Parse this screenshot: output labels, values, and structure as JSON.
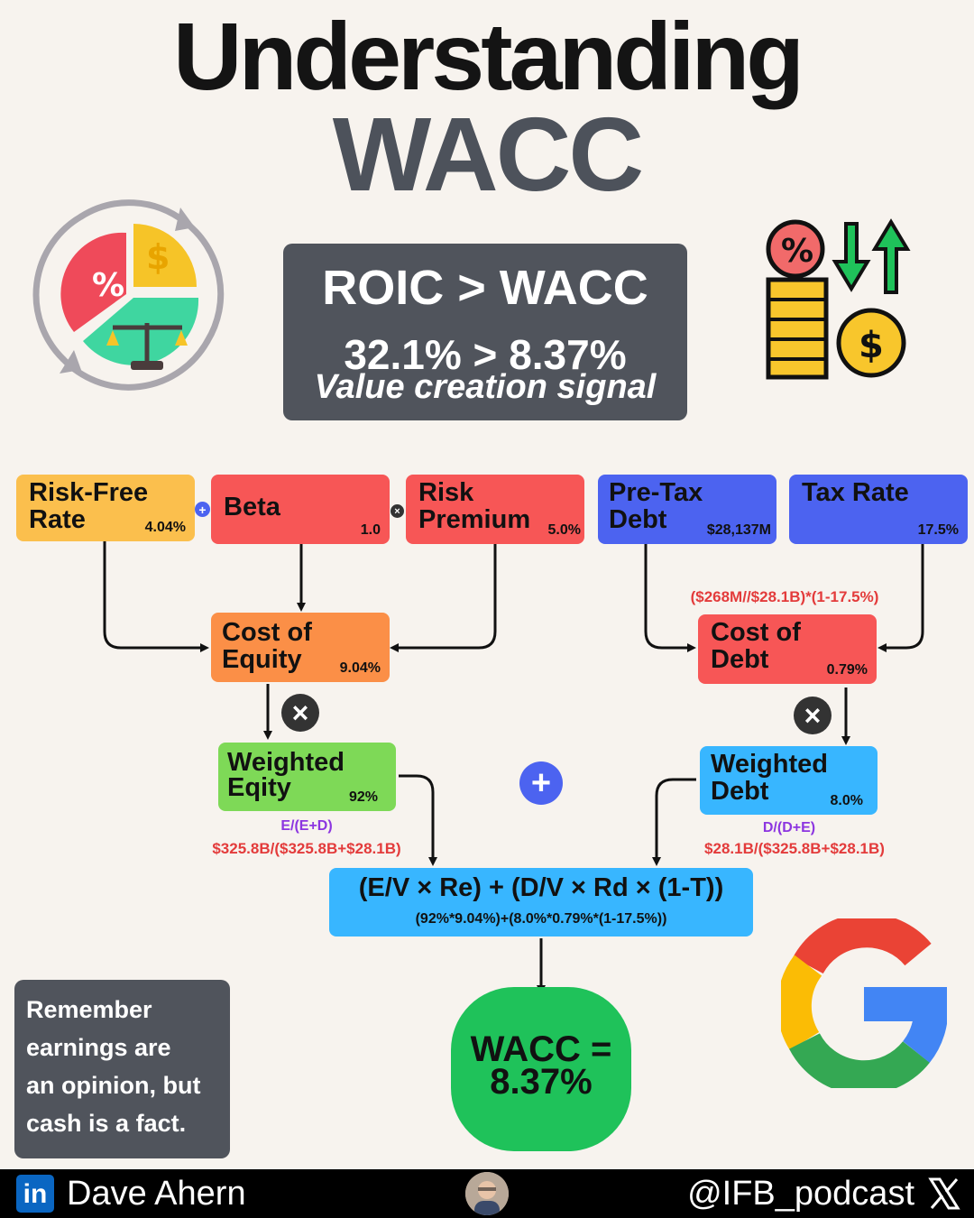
{
  "title": {
    "line1": "Understanding",
    "line2": "WACC"
  },
  "roic": {
    "headline": "ROIC > WACC",
    "values": "32.1% > 8.37%",
    "signal": "Value creation signal"
  },
  "inputs": {
    "risk_free": {
      "label_l1": "Risk-Free",
      "label_l2": "Rate",
      "value": "4.04%"
    },
    "beta": {
      "label": "Beta",
      "value": "1.0"
    },
    "risk_premium": {
      "label_l1": "Risk",
      "label_l2": "Premium",
      "value": "5.0%"
    },
    "pretax_debt": {
      "label_l1": "Pre-Tax",
      "label_l2": "Debt",
      "value": "$28,137M"
    },
    "tax_rate": {
      "label": "Tax Rate",
      "value": "17.5%"
    }
  },
  "cost_of_equity": {
    "label_l1": "Cost of",
    "label_l2": "Equity",
    "value": "9.04%"
  },
  "cost_of_debt": {
    "label_l1": "Cost of",
    "label_l2": "Debt",
    "value": "0.79%",
    "formula": "($268M//$28.1B)*(1-17.5%)"
  },
  "weighted_equity": {
    "label_l1": "Weighted",
    "label_l2": "Eqity",
    "value": "92%",
    "formula_l1": "E/(E+D)",
    "formula_l2": "$325.8B/($325.8B+$28.1B)"
  },
  "weighted_debt": {
    "label_l1": "Weighted",
    "label_l2": "Debt",
    "value": "8.0%",
    "formula_l1": "D/(D+E)",
    "formula_l2": "$28.1B/($325.8B+$28.1B)"
  },
  "main_formula": {
    "generic": "(E/V × Re) + (D/V × Rd × (1-T))",
    "filled": "(92%*9.04%)+(8.0%*0.79%*(1-17.5%))"
  },
  "result": {
    "l1": "WACC =",
    "l2": "8.37%"
  },
  "remember": {
    "lines": [
      "Remember",
      "earnings are",
      "an opinion, but",
      "cash is a fact."
    ]
  },
  "footer": {
    "name": "Dave Ahern",
    "handle": "@IFB_podcast",
    "linkedin": "in"
  },
  "colors": {
    "background": "#f7f3ee",
    "dark_box": "#50545c",
    "yellow": "#fbbf4d",
    "red": "#f75656",
    "blue": "#4c63f0",
    "orange": "#fb8f47",
    "green": "#7ed957",
    "sky": "#38b6ff",
    "result_green": "#1fc25a"
  },
  "icons": {
    "top_left": "pie-chart-scale-icon",
    "top_right": "coins-interest-icon",
    "brand": "google-logo",
    "plus": "plus-icon",
    "times": "times-icon",
    "linkedin": "linkedin-icon",
    "x_social": "x-logo-icon"
  }
}
